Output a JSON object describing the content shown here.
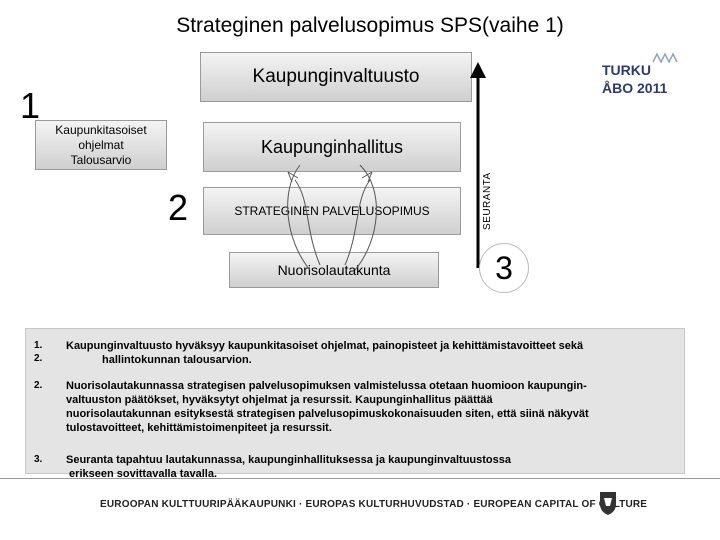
{
  "title": "Strateginen palvelusopimus  SPS(vaihe 1)",
  "boxes": {
    "valtuusto": "Kaupunginvaltuusto",
    "hallitus": "Kaupunginhallitus",
    "sps": "STRATEGINEN PALVELUSOPIMUS",
    "nuoriso": "Nuorisolautakunta",
    "left_lines": [
      "Kaupunkitasoiset",
      "ohjelmat",
      "Talousarvio"
    ]
  },
  "numbers": {
    "one": "1",
    "two": "2",
    "three": "3"
  },
  "seuranta": "SEURANTA",
  "logo": {
    "line1": "TURKU",
    "line2": "ÅBO 2011"
  },
  "list": {
    "item1_nums": [
      "1.",
      "2."
    ],
    "item1_line1": "Kaupunginvaltuusto hyväksyy kaupunkitasoiset ohjelmat, painopisteet ja kehittämistavoitteet sekä",
    "item1_line2": "hallintokunnan talousarvion.",
    "item2_num": "2.",
    "item2_lines": [
      "Nuorisolautakunnassa strategisen palvelusopimuksen valmistelussa otetaan huomioon kaupungin-",
      "valtuuston päätökset, hyväksytyt ohjelmat ja resurssit. Kaupunginhallitus päättää",
      "nuorisolautakunnan esityksestä strategisen palvelusopimuskokonaisuuden siten, että siinä näkyvät",
      "tulostavoitteet, kehittämistoimenpiteet ja resurssit."
    ],
    "item3_num": "3.",
    "item3_lines": [
      "Seuranta tapahtuu lautakunnassa, kaupunginhallituksessa ja kaupunginvaltuustossa",
      " erikseen sovittavalla tavalla."
    ]
  },
  "footer": "EUROOPAN KULTTUURIPÄÄKAUPUNKI · EUROPAS KULTURHUVUDSTAD · EUROPEAN CAPITAL OF CULTURE"
}
